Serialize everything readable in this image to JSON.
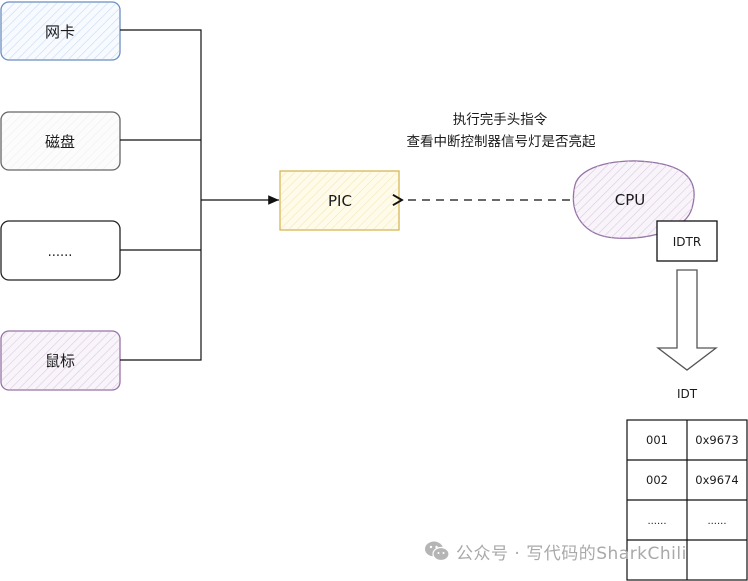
{
  "devices": [
    {
      "label": "网卡",
      "stroke": "#6c8ebf",
      "hatch": "#dae8fc"
    },
    {
      "label": "磁盘",
      "stroke": "#666666",
      "hatch": "#eeeeee"
    },
    {
      "label": "......",
      "stroke": "#222222",
      "hatch": "none"
    },
    {
      "label": "鼠标",
      "stroke": "#9673a6",
      "hatch": "#e1d5e7"
    }
  ],
  "pic": {
    "label": "PIC",
    "stroke": "#d6b656",
    "fill": "#fff9dc"
  },
  "cpu": {
    "label": "CPU",
    "stroke": "#9673a6",
    "hatch": "#e1d5e7"
  },
  "idtr": {
    "label": "IDTR"
  },
  "annotation": {
    "line1": "执行完手头指令",
    "line2": "查看中断控制器信号灯是否亮起"
  },
  "idt": {
    "title": "IDT",
    "rows": [
      [
        "001",
        "0x9673"
      ],
      [
        "002",
        "0x9674"
      ],
      [
        "......",
        "......"
      ],
      [
        "",
        ""
      ]
    ]
  },
  "watermark": {
    "text": "公众号 · 写代码的SharkChili",
    "icon": "wechat-icon"
  }
}
